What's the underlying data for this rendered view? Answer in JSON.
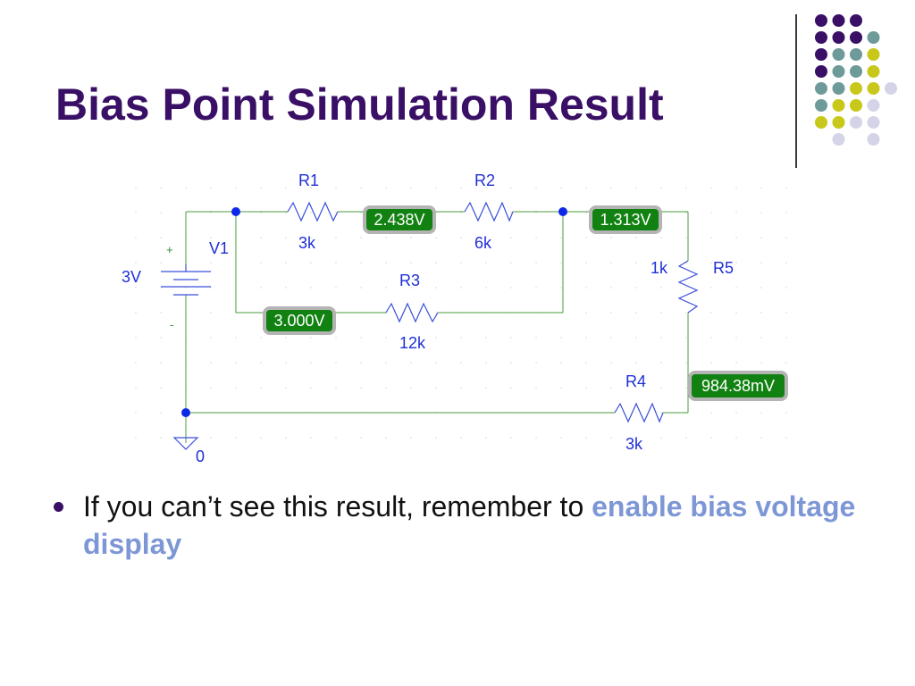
{
  "slide": {
    "title": "Bias Point Simulation Result",
    "bullet": {
      "text": "If you can’t see this result, remember to ",
      "highlight": "enable bias voltage display"
    }
  },
  "decoration": {
    "dot_colors": {
      "purple": "#3a0f66",
      "teal": "#6e9b9a",
      "yellow": "#c8c81a",
      "lavender": "#d4d4e8"
    }
  },
  "circuit": {
    "source": {
      "name": "V1",
      "value": "3V",
      "plus": "+",
      "minus": "-"
    },
    "ground": {
      "label": "0"
    },
    "resistors": [
      {
        "name": "R1",
        "value": "3k"
      },
      {
        "name": "R2",
        "value": "6k"
      },
      {
        "name": "R3",
        "value": "12k"
      },
      {
        "name": "R4",
        "value": "3k"
      },
      {
        "name": "R5",
        "value": "1k"
      }
    ],
    "voltage_markers": [
      {
        "value": "2.438V"
      },
      {
        "value": "1.313V"
      },
      {
        "value": "3.000V"
      },
      {
        "value": "984.38mV"
      }
    ],
    "colors": {
      "wire": "#4b9b3f",
      "component": "#3b4fd9",
      "marker_fill": "#118211",
      "marker_border": "#b4b4b4"
    }
  }
}
